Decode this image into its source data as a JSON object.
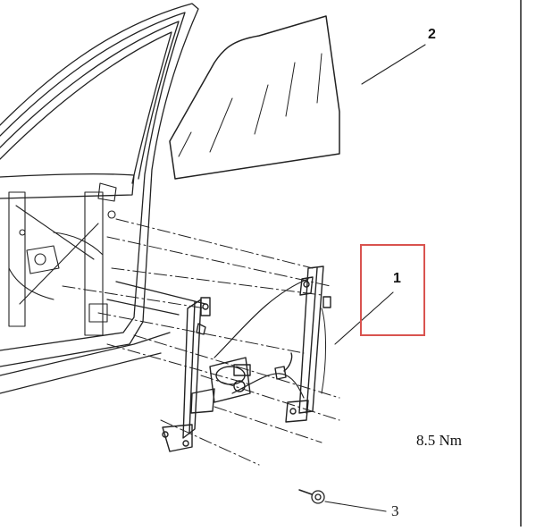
{
  "callouts": {
    "part_1": "1",
    "part_2": "2",
    "part_3": "3"
  },
  "torque_spec": "8.5 Nm",
  "colors": {
    "line": "#222222",
    "highlight": "#d9534f",
    "background": "#ffffff"
  }
}
